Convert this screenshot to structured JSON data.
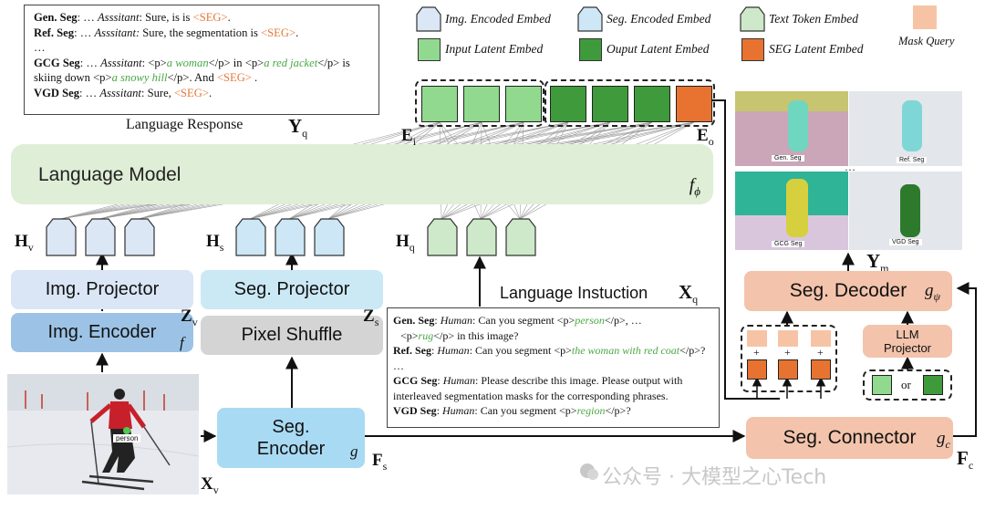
{
  "legend": {
    "img_encoded": "Img. Encoded Embed",
    "seg_encoded": "Seg. Encoded Embed",
    "text_token": "Text Token Embed",
    "mask_query": "Mask Query",
    "input_latent": "Input Latent Embed",
    "output_latent": "Ouput Latent Embed",
    "seg_latent": "SEG Latent Embed"
  },
  "response": {
    "caption": "Language Response",
    "symbol": "Y",
    "symbol_sub": "q",
    "gen_label": "Gen. Seg",
    "gen_pre": ": … ",
    "gen_role": "Asssitant",
    "gen_text": ": Sure, is is ",
    "gen_seg": "<SEG>",
    "gen_end": ".",
    "ref_label": "Ref. Seg",
    "ref_pre": ": … ",
    "ref_role": "Asssitant:",
    "ref_text": " Sure, the segmentation is ",
    "ref_seg": "<SEG>",
    "ref_end": ".",
    "ellipsis": "…",
    "gcg_label": "GCG Seg",
    "gcg_pre": ": … ",
    "gcg_role": "Asssitant",
    "gcg_t1": ": <p>",
    "gcg_g1": "a woman",
    "gcg_t2": "</p>  in <p>",
    "gcg_g2": "a red jacket",
    "gcg_t3": "</p> is skiing down <p>",
    "gcg_g3": "a snowy hill",
    "gcg_t4": "</p>.  And ",
    "gcg_seg": "<SEG>",
    "gcg_end": " .",
    "vgd_label": "VGD Seg",
    "vgd_pre": ": … ",
    "vgd_role": "Asssitant",
    "vgd_text": ": Sure, ",
    "vgd_seg": "<SEG>",
    "vgd_end": "."
  },
  "lm": {
    "label": "Language Model",
    "fn": "f",
    "fn_sub": "ϕ"
  },
  "latent": {
    "ei": "E",
    "ei_sub": "i",
    "eo": "E",
    "eo_sub": "o"
  },
  "hidden": {
    "hv": "H",
    "hv_sub": "v",
    "hs": "H",
    "hs_sub": "s",
    "hq": "H",
    "hq_sub": "q"
  },
  "left": {
    "img_projector": "Img. Projector",
    "img_encoder": "Img. Encoder",
    "img_encoder_fn": "f",
    "zv": "Z",
    "zv_sub": "v",
    "seg_projector": "Seg. Projector",
    "pixel_shuffle": "Pixel Shuffle",
    "zs": "Z",
    "zs_sub": "s",
    "seg_encoder_1": "Seg.",
    "seg_encoder_2": "Encoder",
    "seg_encoder_fn": "g",
    "fs": "F",
    "fs_sub": "s",
    "xv": "X",
    "xv_sub": "v",
    "person_tag": "person"
  },
  "instruction": {
    "caption": "Language Instuction",
    "symbol": "X",
    "symbol_sub": "q",
    "gen_label": "Gen. Seg",
    "gen_role": "Human",
    "gen_t1": ": Can you segment <p>",
    "gen_g1": "person",
    "gen_t2": "</p>, …",
    "gen_t3": "<p>",
    "gen_g2": "rug",
    "gen_t4": "</p> in this image?",
    "ref_label": "Ref. Seg",
    "ref_role": "Human",
    "ref_t1": ": Can you segment <p>",
    "ref_g1": "the woman with red coat",
    "ref_t2": "</p>?",
    "ellipsis": "…",
    "gcg_label": "GCG Seg",
    "gcg_role": "Human",
    "gcg_text": ": Please describe this image. Please output with interleaved segmentation masks for the corresponding phrases.",
    "vgd_label": "VGD Seg",
    "vgd_role": "Human",
    "vgd_t1": ": Can you segment <p>",
    "vgd_g1": "region",
    "vgd_t2": "</p>?"
  },
  "right": {
    "ym": "Y",
    "ym_sub": "m",
    "seg_decoder": "Seg. Decoder",
    "seg_decoder_fn": "g",
    "seg_decoder_sub": "ψ",
    "llm_projector_1": "LLM",
    "llm_projector_2": "Projector",
    "or": "or",
    "plus": "+",
    "seg_connector": "Seg. Connector",
    "seg_connector_fn": "g",
    "seg_connector_sub": "c",
    "fc": "F",
    "fc_sub": "c",
    "panel_gen": "Gen. Seg",
    "panel_ref": "Ref. Seg",
    "panel_gcg": "GCG Seg",
    "panel_vgd": "VGD Seg",
    "panel_dots": "…"
  },
  "watermark": {
    "text": "公众号 · 大模型之心Tech"
  },
  "colors": {
    "img_embed": "#dbe7f5",
    "text_embed": "#cde9c9",
    "input_latent": "#90d98e",
    "output_latent": "#3f9a3b",
    "seg_latent": "#e87330",
    "mask_query": "#f6c4a5",
    "lm_bg": "#dfeed6",
    "projector": "#dae6f6",
    "encoder": "#9cc3e6",
    "seg_projector": "#cbe8f5",
    "pixel_shuffle": "#d4d4d4",
    "seg_encoder": "#a9daf3",
    "seg_salmon": "#f3c3ab"
  }
}
